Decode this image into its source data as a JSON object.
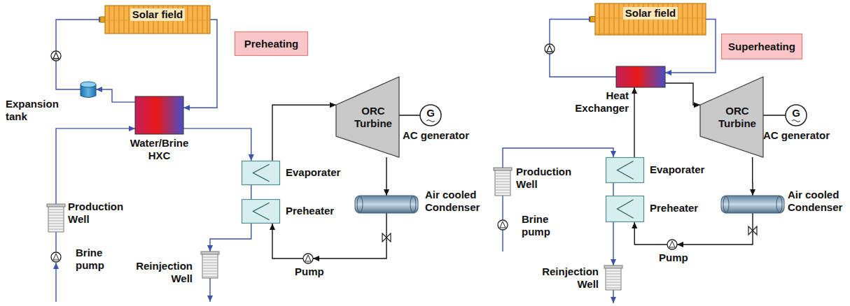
{
  "diagram": {
    "nodes": [
      {
        "text": [
          "Solar field"
        ]
      },
      {
        "text": [
          "Preheating"
        ]
      },
      {
        "text": [
          "Expansion tank"
        ]
      },
      {
        "text": [
          "Water/Brine HXC"
        ]
      },
      {
        "text": [
          "ORC Turbine"
        ]
      },
      {
        "text": [
          "G",
          "AC generator"
        ]
      },
      {
        "text": [
          "Evaporater"
        ]
      },
      {
        "text": [
          "Preheater"
        ]
      },
      {
        "text": [
          "Air cooled Condenser"
        ]
      },
      {
        "text": [
          "Production Well"
        ]
      },
      {
        "text": [
          "Brine pump"
        ]
      },
      {
        "text": [
          "Reinjection Well"
        ]
      },
      {
        "text": [
          "Pump"
        ]
      },
      {
        "text": [
          "Solar field"
        ]
      },
      {
        "text": [
          "Superheating"
        ]
      },
      {
        "text": [
          "Heat Exchanger"
        ]
      },
      {
        "text": [
          "ORC Turbine"
        ]
      },
      {
        "text": [
          "G",
          "AC generator"
        ]
      },
      {
        "text": [
          "Evaporater"
        ]
      },
      {
        "text": [
          "Preheater"
        ]
      },
      {
        "text": [
          "Air cooled Condenser"
        ]
      },
      {
        "text": [
          "Production Well"
        ]
      },
      {
        "text": [
          "Brine pump"
        ]
      },
      {
        "text": [
          "Reinjection Well"
        ]
      },
      {
        "text": [
          "Pump"
        ]
      }
    ],
    "edges": [
      {
        "from": 0,
        "to": 3,
        "arrow": "to"
      },
      {
        "from": 3,
        "to": 2,
        "arrow": "to"
      },
      {
        "from": 2,
        "to": 0,
        "arrow": "to"
      },
      {
        "from": 10,
        "to": 9,
        "arrow": "none"
      },
      {
        "from": 9,
        "to": 3,
        "arrow": "to"
      },
      {
        "from": 3,
        "to": 6,
        "arrow": "to"
      },
      {
        "from": 6,
        "to": 7,
        "arrow": "none"
      },
      {
        "from": 7,
        "to": 11,
        "arrow": "to"
      },
      {
        "from": 6,
        "to": 4,
        "arrow": "to"
      },
      {
        "from": 4,
        "to": 5,
        "arrow": "none"
      },
      {
        "from": 4,
        "to": 8,
        "arrow": "to"
      },
      {
        "from": 8,
        "to": 12,
        "arrow": "to"
      },
      {
        "from": 12,
        "to": 7,
        "arrow": "to"
      },
      {
        "from": 13,
        "to": 15,
        "arrow": "to"
      },
      {
        "from": 15,
        "to": 13,
        "arrow": "to"
      },
      {
        "from": 15,
        "to": 16,
        "arrow": "to"
      },
      {
        "from": 16,
        "to": 17,
        "arrow": "none"
      },
      {
        "from": 16,
        "to": 20,
        "arrow": "to"
      },
      {
        "from": 20,
        "to": 24,
        "arrow": "to"
      },
      {
        "from": 24,
        "to": 19,
        "arrow": "to"
      },
      {
        "from": 22,
        "to": 21,
        "arrow": "none"
      },
      {
        "from": 21,
        "to": 18,
        "arrow": "to"
      },
      {
        "from": 18,
        "to": 19,
        "arrow": "none"
      },
      {
        "from": 19,
        "to": 23,
        "arrow": "to"
      },
      {
        "from": 18,
        "to": 15,
        "arrow": "to"
      }
    ]
  }
}
